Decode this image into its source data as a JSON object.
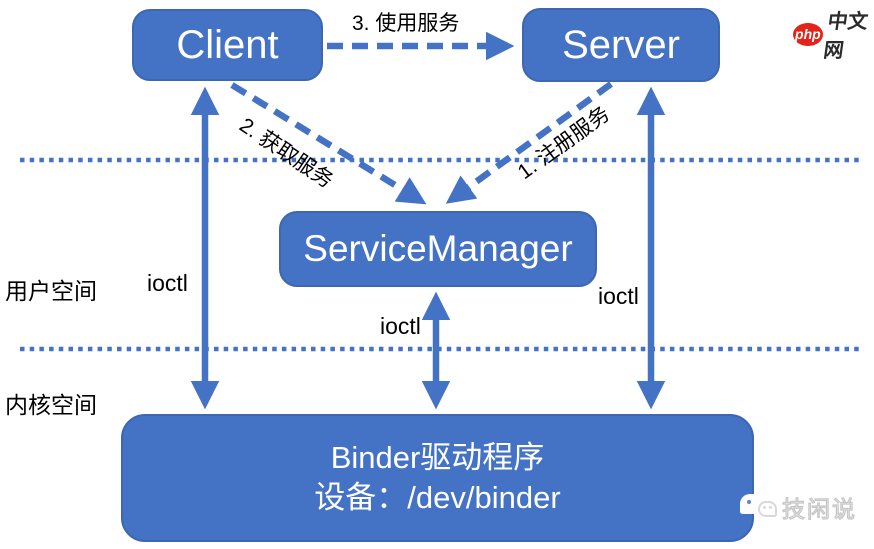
{
  "nodes": {
    "client": "Client",
    "server": "Server",
    "service_manager": "ServiceManager",
    "binder_line1": "Binder驱动程序",
    "binder_line2": "设备：/dev/binder"
  },
  "edge_labels": {
    "register_service": "1. 注册服务",
    "get_service": "2. 获取服务",
    "use_service": "3. 使用服务",
    "ioctl_client": "ioctl",
    "ioctl_service_manager": "ioctl",
    "ioctl_server": "ioctl"
  },
  "space_labels": {
    "user_space": "用户空间",
    "kernel_space": "内核空间"
  },
  "branding": {
    "logo_badge": "php",
    "logo_name": "中文网",
    "watermark": "技闲说"
  },
  "colors": {
    "accent": "#4472C4",
    "box_fill": "#4472C4",
    "box_border": "#3D67B1",
    "label_text": "#000000",
    "logo_red": "#E2241B",
    "watermark_gray": "#C6C6C6"
  }
}
